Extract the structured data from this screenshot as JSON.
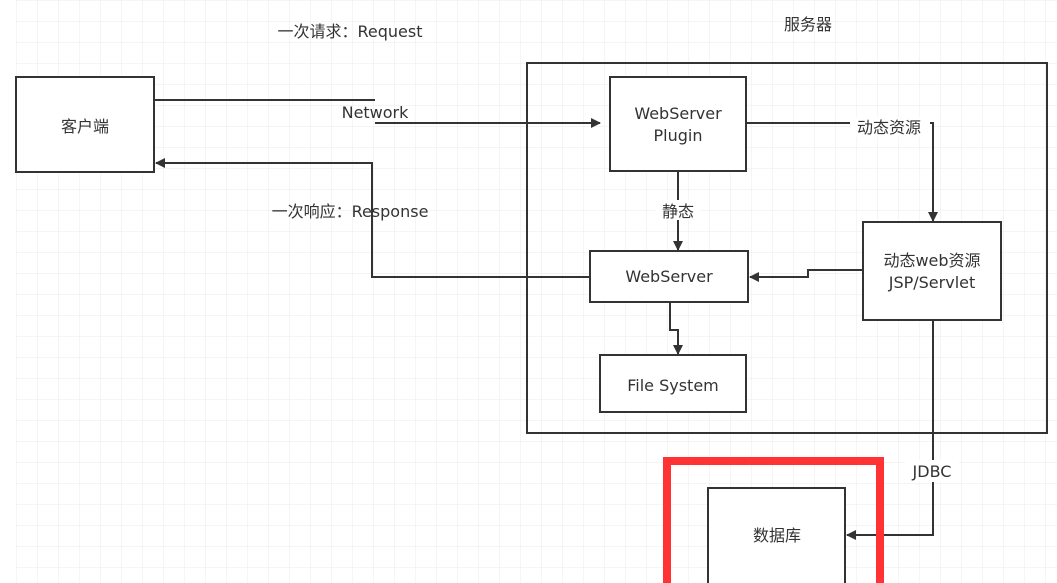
{
  "labels": {
    "request": "一次请求：Request",
    "response": "一次响应：Response",
    "network": "Network",
    "server": "服务器",
    "dynamic_resource": "动态资源",
    "static": "静态",
    "jdbc": "JDBC"
  },
  "nodes": {
    "client": "客户端",
    "plugin_line1": "WebServer",
    "plugin_line2": "Plugin",
    "webserver": "WebServer",
    "dynamic_line1": "动态web资源",
    "dynamic_line2": "JSP/Servlet",
    "filesystem": "File System",
    "database": "数据库"
  },
  "colors": {
    "highlight": "#ff3333",
    "line": "#333333",
    "grid": "#ebebeb"
  }
}
